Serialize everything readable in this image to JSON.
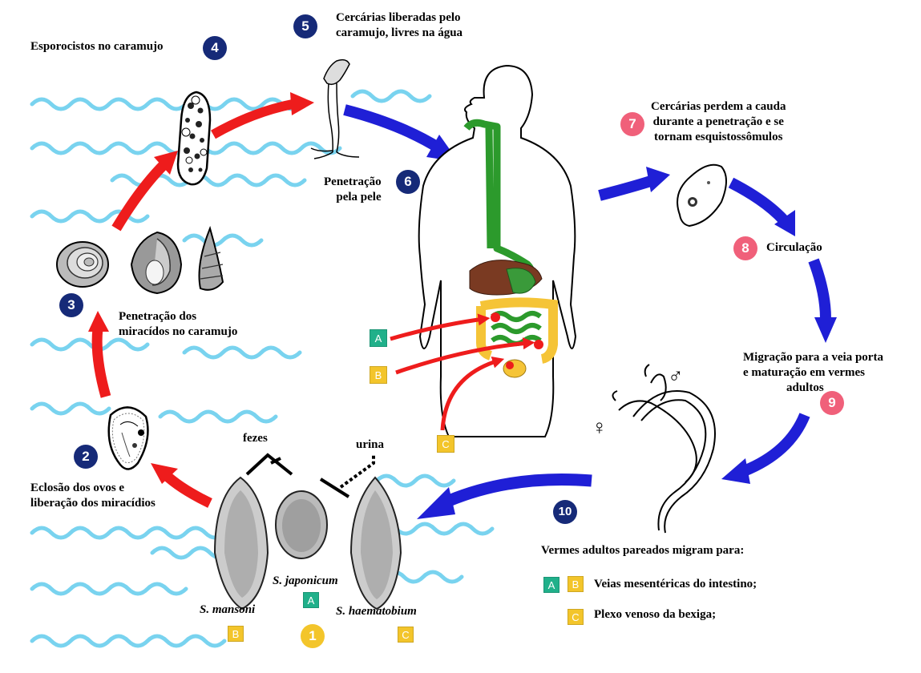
{
  "colors": {
    "water": "#79d3ef",
    "red_arrow": "#ee1c1c",
    "blue_arrow": "#1f1fd6",
    "badge_navy": "#162a78",
    "badge_pink": "#f0607a",
    "badge_yellow": "#f3c52b",
    "key_green": "#20b08a",
    "key_yellow": "#f3c52b",
    "body_green": "#2c9a2c",
    "body_organs": "#7a3a22",
    "body_intestine": "#f5c437"
  },
  "stages": {
    "s1": {
      "num": "1"
    },
    "s2": {
      "num": "2",
      "text": [
        "Eclosão dos ovos e",
        "liberação dos miracídios"
      ]
    },
    "s3": {
      "num": "3",
      "text": [
        "Penetração dos",
        "miracídos no caramujo"
      ]
    },
    "s4": {
      "num": "4",
      "text": "Esporocistos no caramujo"
    },
    "s5": {
      "num": "5",
      "text": [
        "Cercárias liberadas pelo",
        "caramujo, livres na água"
      ]
    },
    "s6": {
      "num": "6",
      "text": [
        "Penetração",
        "pela pele"
      ]
    },
    "s7": {
      "num": "7",
      "text": [
        "Cercárias perdem a cauda",
        "durante a penetração e se",
        "tornam esquistossômulos"
      ]
    },
    "s8": {
      "num": "8",
      "text": "Circulação"
    },
    "s9": {
      "num": "9",
      "text": [
        "Migração para a veia porta",
        "e maturação em vermes",
        "adultos"
      ]
    },
    "s10": {
      "num": "10"
    }
  },
  "eggs": {
    "fezes": "fezes",
    "urina": "urina",
    "s_mansoni": "S. mansoni",
    "s_japonicum": "S. japonicum",
    "s_haematobium": "S. haematobium"
  },
  "keys": {
    "A": "A",
    "B": "B",
    "C": "C"
  },
  "legend": {
    "title": "Vermes adultos pareados migram para:",
    "ab_text": "Veias mesentéricas do intestino;",
    "c_text": "Plexo venoso da bexiga;"
  },
  "symbols": {
    "female": "♀",
    "male": "♂"
  }
}
